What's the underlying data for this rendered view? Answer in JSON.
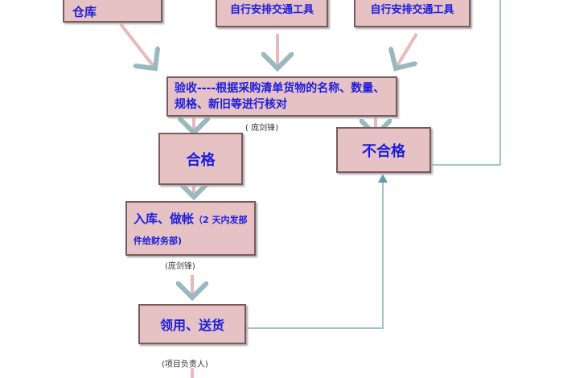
{
  "top_boxes": [
    {
      "text": "仓库"
    },
    {
      "text": "自行安排交通工具"
    },
    {
      "text": "自行安排交通工具"
    }
  ],
  "inspect_box": {
    "text": "验收----根据采购清单货物的名称、数量、规格、新旧等进行核对",
    "note": "( 庞剑锋)"
  },
  "pass_box": {
    "text": "合格"
  },
  "fail_box": {
    "text": "不合格"
  },
  "stock_box": {
    "text_main": "入库、做帐",
    "text_sub": "（2 天内发部件给财务部)",
    "note": "(庞剑锋)"
  },
  "deliver_box": {
    "text": "领用、送货",
    "note": "(项目负责人)"
  },
  "colors": {
    "box_fill": "#e6c2c4",
    "text": "#1c1ce0",
    "line": "#7fb0bc",
    "arrow": "#e8b8bc"
  }
}
